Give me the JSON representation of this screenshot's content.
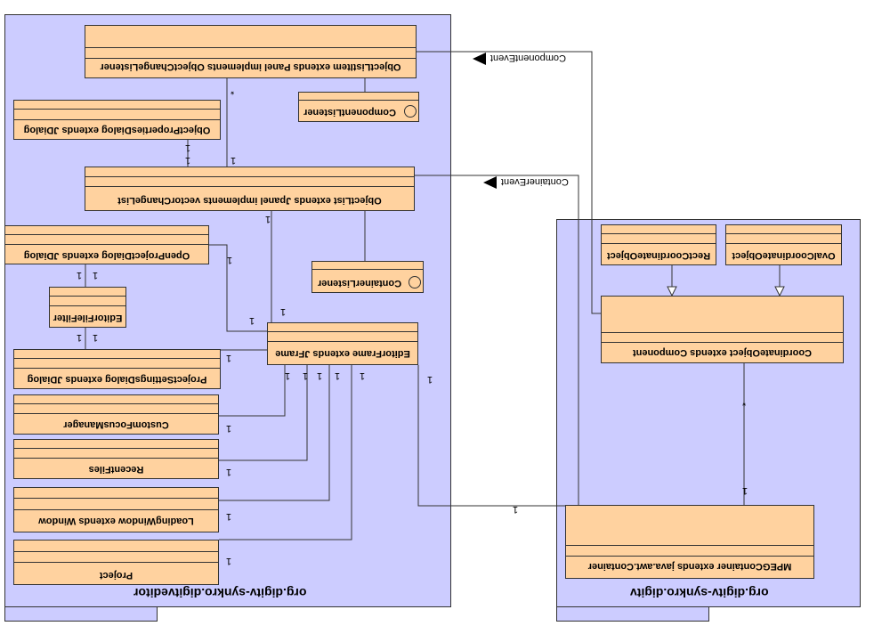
{
  "packages": {
    "left": "org.digitv-synkro.digitveditor",
    "right": "org.digitv-synkro.digitv"
  },
  "classes": {
    "object_list_item": "ObjectListItem extends Panel implements ObjectChangeListener",
    "component_listener": "ComponentListener",
    "object_properties_dialog": "ObjectPropertiesDialog extends JDialog",
    "object_list": "ObjectList extends Jpanel implements vectorChangeList",
    "open_project_dialog": "OpenProjectDialog extends JDialog",
    "container_listener": "ContainerListener",
    "editor_file_filter": "EditorFileFilter",
    "editor_frame": "EditorFrame extends JFrame",
    "project_settings_dialog": "ProjectSettingsDialog extends JDialog",
    "custom_focus_manager": "CustomFocusManager",
    "recent_files": "RecentFiles",
    "loading_window": "LoadingWindow extends Window",
    "project": "Project",
    "rect_coordinate_object": "RectCoordinateObject",
    "oval_coordinate_object": "OvalCoordinateObject",
    "coordinate_object": "CoordinateObject extends Component",
    "mpeg_container": "MPEGContainer extends java.awt.Container"
  },
  "events": {
    "component_event": "ComponentEvent",
    "container_event": "ContainerEvent"
  },
  "multiplicity": {
    "star": "*",
    "one": "1"
  }
}
